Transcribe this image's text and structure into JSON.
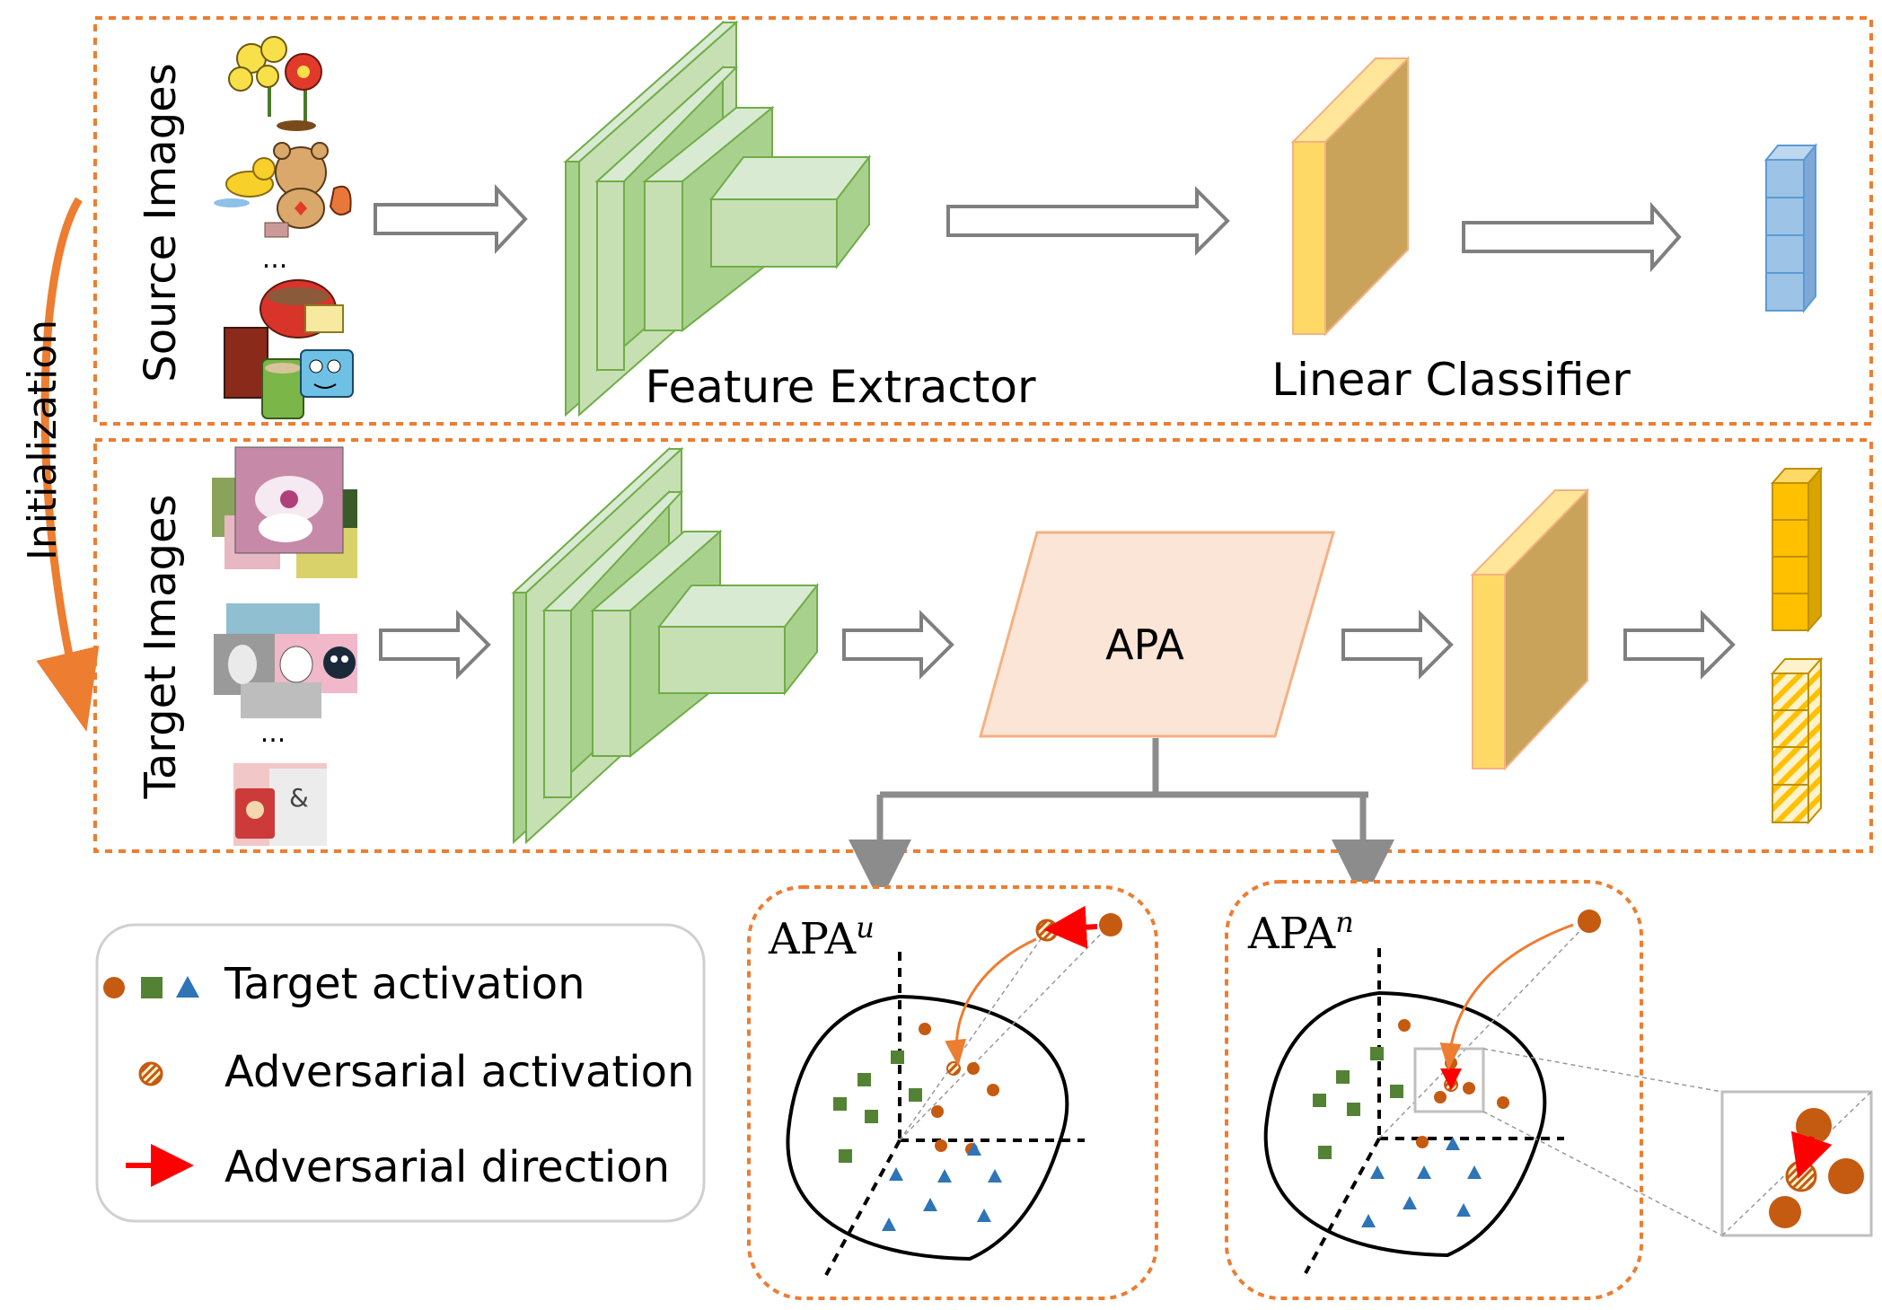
{
  "labels": {
    "initialization": "Initialization",
    "source_images": "Source Images",
    "target_images": "Target Images",
    "feature_extractor": "Feature Extractor",
    "linear_classifier": "Linear Classifier",
    "apa": "APA",
    "apa_u_base": "APA",
    "apa_u_sup": "u",
    "apa_n_base": "APA",
    "apa_n_sup": "n",
    "ellipsis_source": "...",
    "ellipsis_target": "..."
  },
  "legend": {
    "target_activation": "Target activation",
    "adversarial_activation": "Adversarial activation",
    "adversarial_direction": "Adversarial direction"
  },
  "colors": {
    "dashed_border": "#ED7D31",
    "extractor_green": "#C6E0B4",
    "classifier_yellow": "#FFD966",
    "apa_fill": "#FBE5D6",
    "apa_border": "#F4B183",
    "source_output_blue": "#9DC3E6",
    "target_output_yellow": "#FFC000",
    "dot_orange": "#C55A11",
    "square_green": "#548235",
    "triangle_blue": "#2E75B6",
    "arrow_red": "#FF0000"
  }
}
